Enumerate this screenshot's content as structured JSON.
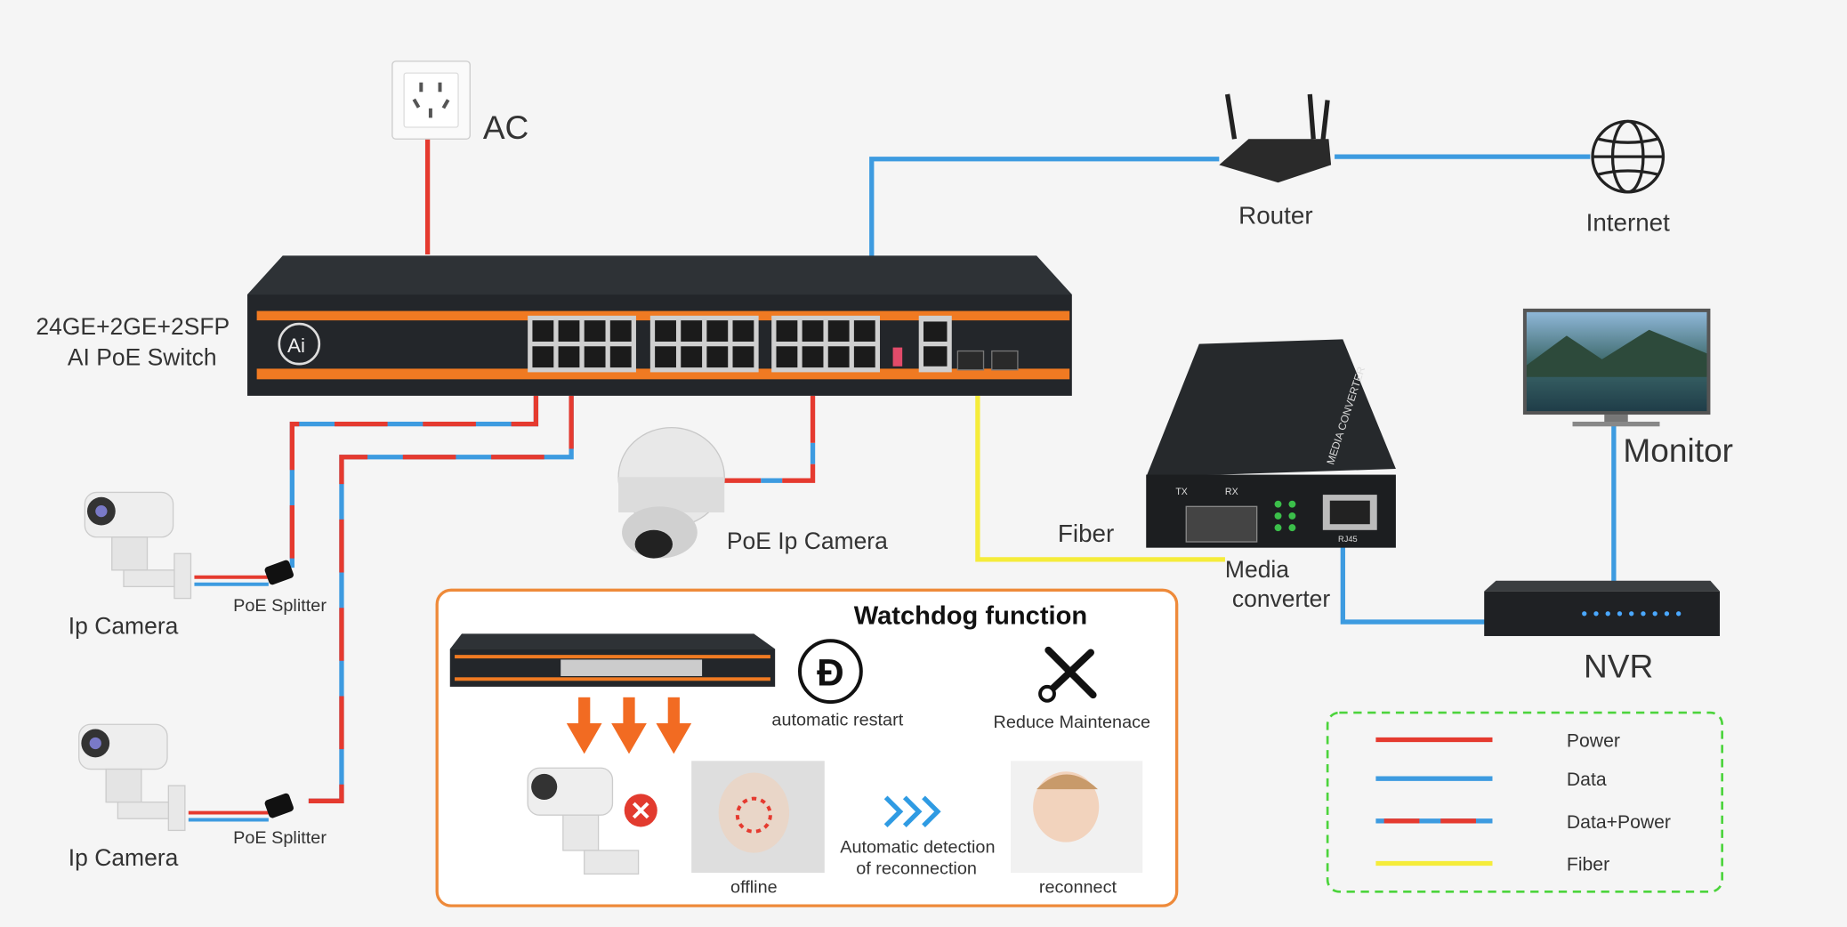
{
  "labels": {
    "ac": "AC",
    "switch_line1": "24GE+2GE+2SFP",
    "switch_line2": "AI PoE Switch",
    "switch_logo": "Ai",
    "router": "Router",
    "internet": "Internet",
    "monitor": "Monitor",
    "nvr": "NVR",
    "media_converter_line1": "Media",
    "media_converter_line2": "converter",
    "media_converter_brand": "MEDIA CONVERTER",
    "tx": "TX",
    "rx": "RX",
    "rj45": "RJ45",
    "fiber": "Fiber",
    "poe_ip_camera": "PoE Ip Camera",
    "ip_camera_1": "Ip Camera",
    "ip_camera_2": "Ip Camera",
    "poe_splitter_1": "PoE Splitter",
    "poe_splitter_2": "PoE Splitter"
  },
  "watchdog": {
    "title": "Watchdog function",
    "automatic_restart": "automatic restart",
    "reduce_maintenance": "Reduce Maintenace",
    "offline": "offline",
    "detection_line1": "Automatic detection",
    "detection_line2": "of reconnection",
    "reconnect": "reconnect"
  },
  "legend": [
    {
      "label": "Power",
      "color": "#e53a2f",
      "style": "solid"
    },
    {
      "label": "Data",
      "color": "#3d9be0",
      "style": "solid"
    },
    {
      "label": "Data+Power",
      "color": "#3d9be0",
      "style": "alternating",
      "alt_color": "#e53a2f"
    },
    {
      "label": "Fiber",
      "color": "#f5ec3a",
      "style": "solid"
    }
  ],
  "colors": {
    "power": "#e53a2f",
    "data": "#3d9be0",
    "fiber": "#f5ec3a",
    "switch_accent": "#f07a22",
    "watchdog_border": "#ee8a3a",
    "legend_border": "#4cd43c"
  }
}
